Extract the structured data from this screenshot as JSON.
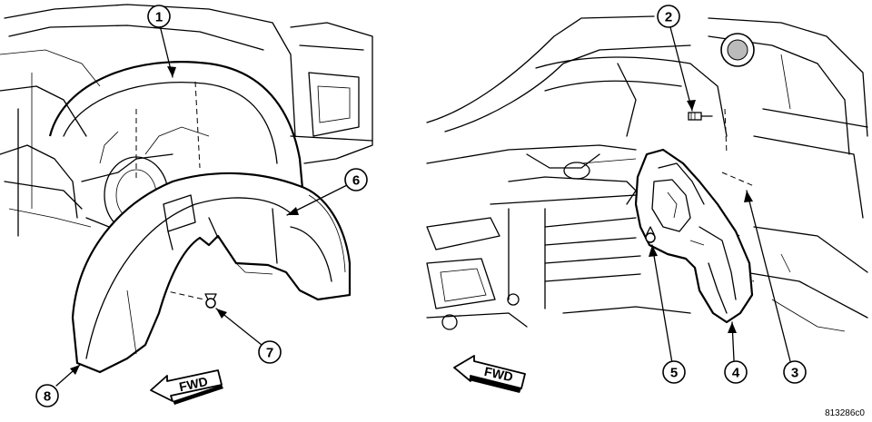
{
  "callouts": {
    "c1": "1",
    "c2": "2",
    "c3": "3",
    "c4": "4",
    "c5": "5",
    "c6": "6",
    "c7": "7",
    "c8": "8"
  },
  "fwd_left": "FWD",
  "fwd_right": "FWD",
  "figure_id": "813286c0"
}
